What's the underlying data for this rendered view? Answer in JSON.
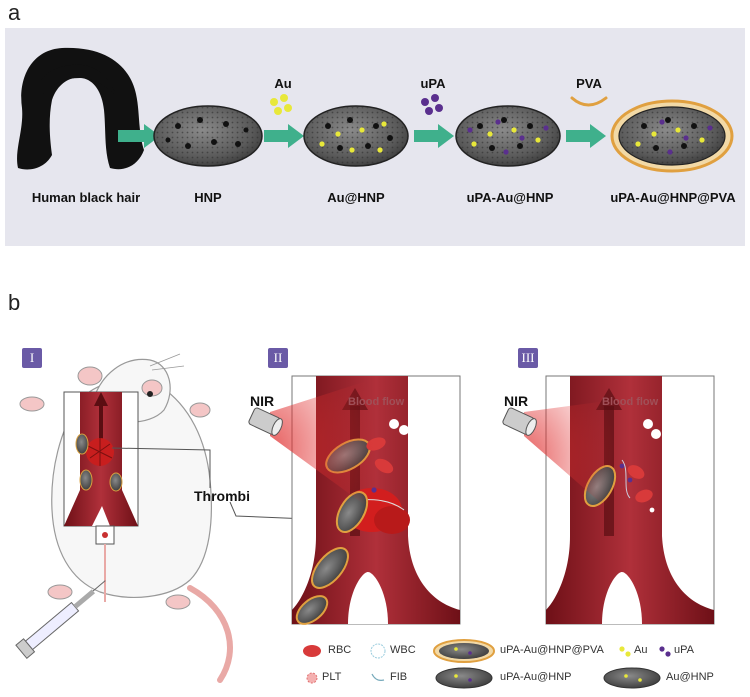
{
  "panel_a": {
    "letter": "a",
    "labels": {
      "hair": "Human black hair",
      "hnp": "HNP",
      "au_hnp": "Au@HNP",
      "upa_au_hnp": "uPA-Au@HNP",
      "upa_au_hnp_pva": "uPA-Au@HNP@PVA"
    },
    "reagents": {
      "au": "Au",
      "upa": "uPA",
      "pva": "PVA"
    }
  },
  "panel_b": {
    "letter": "b",
    "steps": [
      "I",
      "II",
      "III"
    ],
    "nir_label": "NIR",
    "blood_flow_label": "Blood flow",
    "thrombi_label": "Thrombi",
    "legend": {
      "rbc": "RBC",
      "wbc": "WBC",
      "upa_au_hnp_pva": "uPA-Au@HNP@PVA",
      "au": "Au",
      "upa": "uPA",
      "plt": "PLT",
      "fib": "FIB",
      "upa_au_hnp": "uPA-Au@HNP",
      "au_hnp": "Au@HNP"
    }
  },
  "colors": {
    "arrow": "#3fb08c",
    "au_dot": "#e8e83a",
    "upa_dot": "#5a2f8e",
    "pva_ring": "#e0a040",
    "vessel": "#8e1c24",
    "rbc": "#d83a3a",
    "panel_bg": "#e6e6ee",
    "step_badge": "#6a5aa6"
  }
}
